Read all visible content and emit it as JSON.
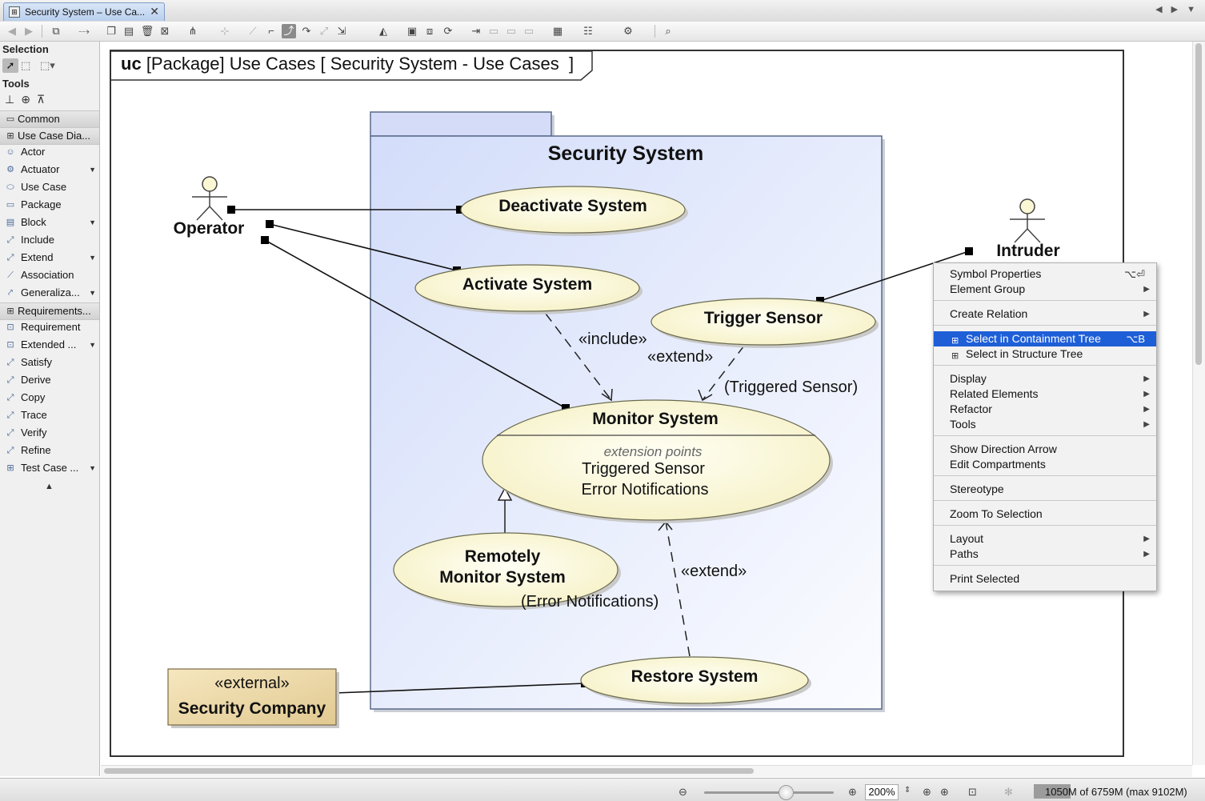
{
  "tab": {
    "title": "Security System – Use Ca...",
    "close": "✕"
  },
  "nav_arrows": "◀ ▶ ▼",
  "palette": {
    "selection_title": "Selection",
    "tools_title": "Tools",
    "common": "Common",
    "use_case_group": "Use Case Dia...",
    "use_case_items": [
      "Actor",
      "Actuator",
      "Use Case",
      "Package",
      "Block",
      "Include",
      "Extend",
      "Association",
      "Generaliza..."
    ],
    "requirements_group": "Requirements...",
    "requirement_items": [
      "Requirement",
      "Extended ...",
      "Satisfy",
      "Derive",
      "Copy",
      "Trace",
      "Verify",
      "Refine",
      "Test Case ..."
    ],
    "collapse_arrow": "▲"
  },
  "diagram": {
    "frame_kind": "uc",
    "frame_title": "[Package] Use Cases [ Security System - Use Cases  ]",
    "package_name": "Security System",
    "actors": {
      "operator": "Operator",
      "intruder": "Intruder"
    },
    "use_cases": {
      "deactivate": "Deactivate System",
      "activate": "Activate System",
      "trigger": "Trigger Sensor",
      "monitor": "Monitor System",
      "monitor_ext_title": "extension points",
      "monitor_ext_1": "Triggered Sensor",
      "monitor_ext_2": "Error Notifications",
      "remote_1": "Remotely",
      "remote_2": "Monitor System",
      "restore": "Restore System"
    },
    "labels": {
      "include": "«include»",
      "extend_1": "«extend»",
      "triggered": "(Triggered Sensor)",
      "extend_2": "«extend»",
      "error": "(Error Notifications)"
    },
    "external_block": {
      "stereotype": "«external»",
      "name": "Security Company"
    }
  },
  "context_menu": {
    "items": [
      {
        "label": "Symbol Properties",
        "shortcut": "⌥⏎"
      },
      {
        "label": "Element Group",
        "arrow": "▶"
      },
      {
        "label": "Create Relation",
        "arrow": "▶"
      },
      {
        "label": "Select in Containment Tree",
        "shortcut": "⌥B",
        "selected": true
      },
      {
        "label": "Select in Structure Tree"
      },
      {
        "label": "Display",
        "arrow": "▶"
      },
      {
        "label": "Related Elements",
        "arrow": "▶"
      },
      {
        "label": "Refactor",
        "arrow": "▶"
      },
      {
        "label": "Tools",
        "arrow": "▶"
      },
      {
        "label": "Show Direction Arrow"
      },
      {
        "label": "Edit Compartments"
      },
      {
        "label": "Stereotype"
      },
      {
        "label": "Zoom To Selection"
      },
      {
        "label": "Layout",
        "arrow": "▶"
      },
      {
        "label": "Paths",
        "arrow": "▶"
      },
      {
        "label": "Print Selected"
      }
    ]
  },
  "status": {
    "zoom": "200%",
    "memory": "1050M of 6759M (max 9102M)"
  },
  "colors": {
    "selection": "#1e5fd8",
    "usecase_fill": "#fdfbe0",
    "package_fill": "#dce4fb",
    "external_fill": "#efdcae"
  }
}
